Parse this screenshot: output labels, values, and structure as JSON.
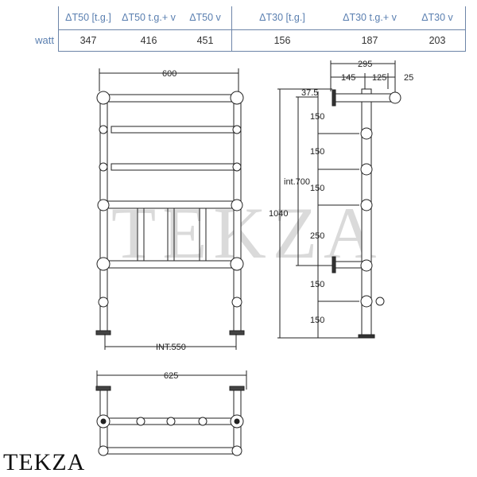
{
  "table": {
    "columns": [
      "ΔT50 [t.g.]",
      "ΔT50 t.g.+  v",
      "ΔT50 v",
      "ΔT30 [t.g.]",
      "ΔT30 t.g.+  v",
      "ΔT30 v"
    ],
    "rows": [
      {
        "label": "watt",
        "values": [
          "347",
          "416",
          "451",
          "156",
          "187",
          "203"
        ]
      }
    ]
  },
  "front_view": {
    "width": "600",
    "interaxis": "INT.550"
  },
  "side_view": {
    "depth": "295",
    "depth_parts": [
      "145",
      "125",
      "25"
    ],
    "top_offset": "37.5",
    "spacings": [
      "150",
      "150",
      "150",
      "250",
      "150",
      "150"
    ],
    "interaxis": "int.700",
    "height": "1040"
  },
  "top_view": {
    "width": "625"
  },
  "watermark": "TEKZA",
  "brand": "TEKZA"
}
